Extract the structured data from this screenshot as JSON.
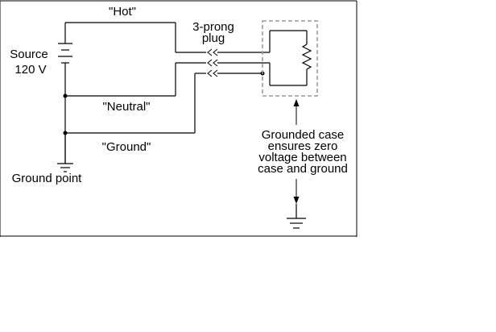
{
  "labels": {
    "hot": "\"Hot\"",
    "neutral": "\"Neutral\"",
    "ground": "\"Ground\"",
    "source_line1": "Source",
    "source_line2": "120 V",
    "plug_line1": "3-prong",
    "plug_line2": "plug",
    "ground_point": "Ground point",
    "note_line1": "Grounded case",
    "note_line2": "ensures zero",
    "note_line3": "voltage between",
    "note_line4": "case and ground"
  },
  "colors": {
    "wire": "#000000",
    "case_outline": "#9a9a9a",
    "background": "#ffffff"
  }
}
